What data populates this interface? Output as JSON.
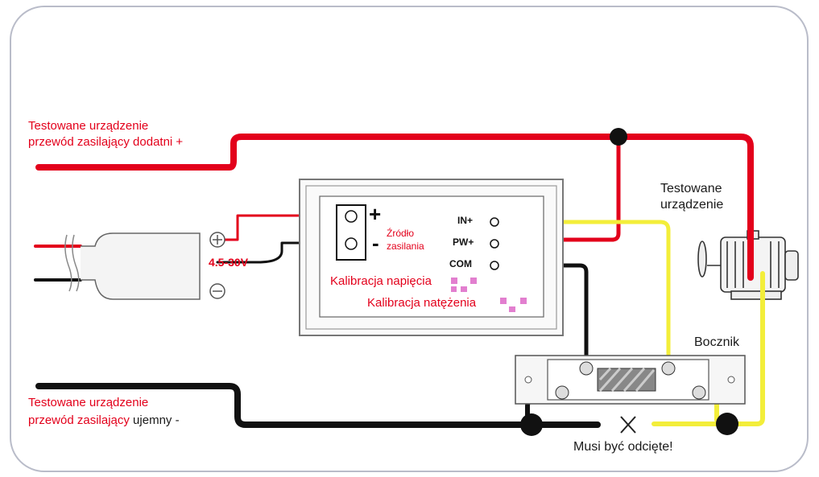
{
  "labels": {
    "pos_line1": "Testowane urządzenie",
    "pos_line2": "przewód zasilający dodatni +",
    "neg_line1": "Testowane urządzenie",
    "neg_line2_red": "przewód zasilający",
    "neg_line2_dark": " ujemny -",
    "device_line1": "Testowane",
    "device_line2": "urządzenie",
    "voltage_range": "4.5-30V",
    "plus_sign": "+",
    "minus_sign": "-",
    "source_line1": "Źródło",
    "source_line2": "zasilania",
    "pin_in": "IN+",
    "pin_pw": "PW+",
    "pin_com": "COM",
    "voltage_cal": "Kalibracja napięcia",
    "current_cal": "Kalibracja natężenia",
    "shunt": "Bocznik",
    "cut_note": "Musi być odcięte!"
  },
  "colors": {
    "wire_red": "#e3001b",
    "wire_yellow": "#f3ee3a",
    "wire_black": "#111111",
    "label_red": "#e3001b",
    "calibration_pad": "#e27fcf"
  }
}
